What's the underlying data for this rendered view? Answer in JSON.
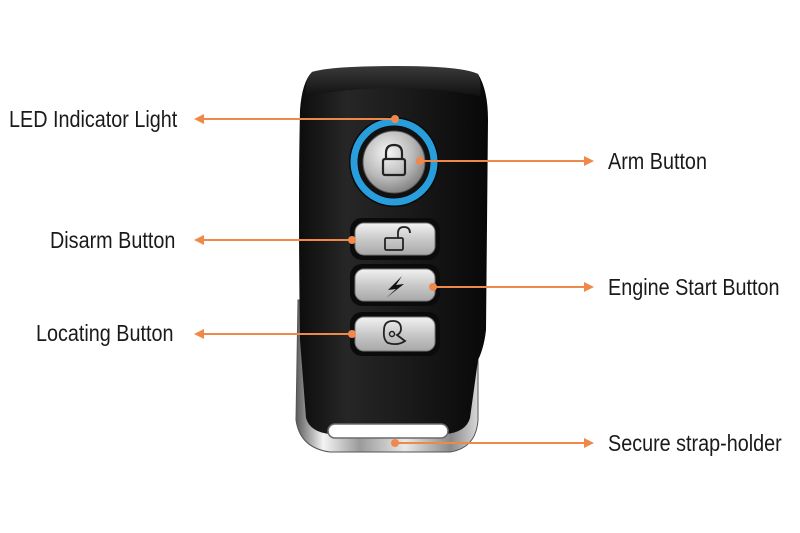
{
  "accent_color": "#f0884a",
  "led_color": "#2aa6e8",
  "labels": {
    "led": "LED Indicator Light",
    "arm": "Arm Button",
    "disarm": "Disarm Button",
    "engine": "Engine Start Button",
    "locating": "Locating Button",
    "strap": "Secure strap-holder"
  },
  "icons": {
    "arm": "padlock-closed-icon",
    "disarm": "padlock-open-icon",
    "engine": "lightning-bolt-icon",
    "locating": "speaker-icon"
  }
}
